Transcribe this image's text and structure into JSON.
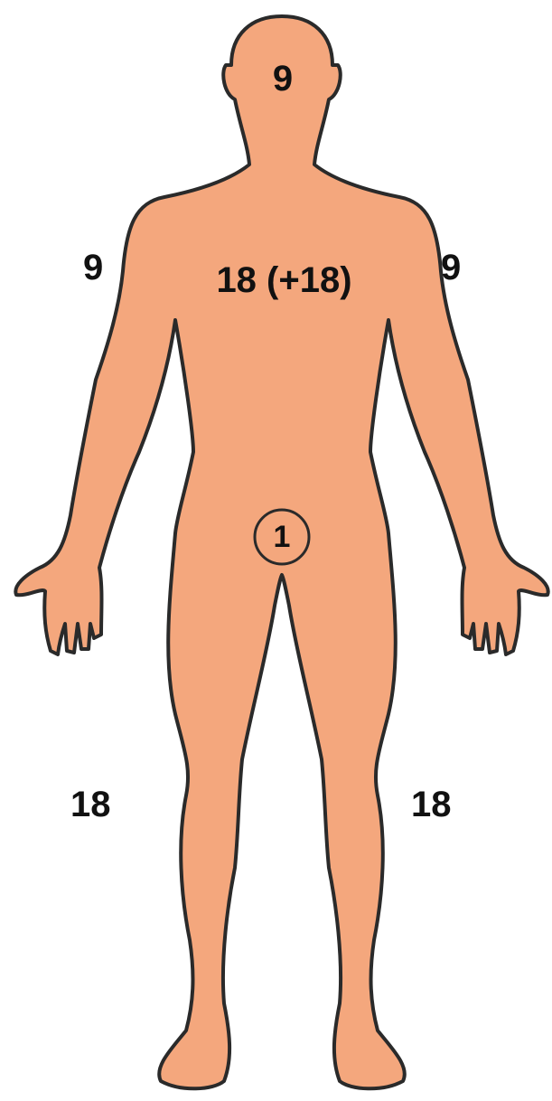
{
  "colors": {
    "skin": "#f4a77d",
    "outline": "#2a2a2a",
    "text": "#111111",
    "background": "#ffffff"
  },
  "regions": {
    "head": "9",
    "torso": "18 (+18)",
    "left_arm": "9",
    "right_arm": "9",
    "left_leg": "18",
    "right_leg": "18",
    "perineum": "1"
  }
}
